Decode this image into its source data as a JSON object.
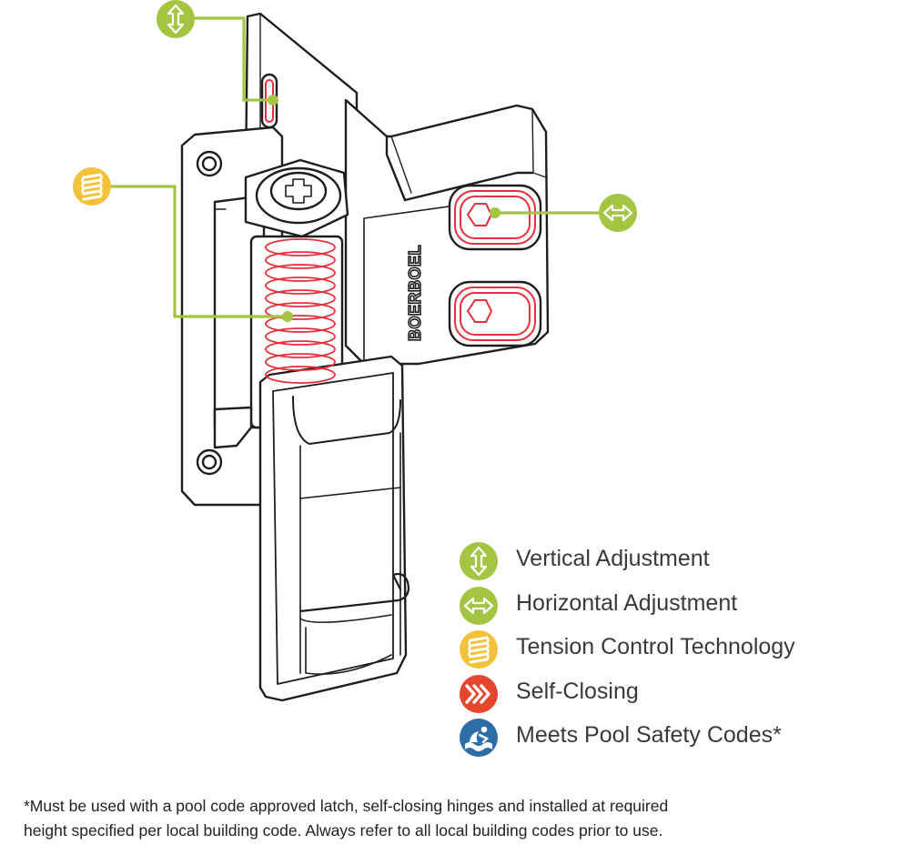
{
  "brand_text": "BOERBOEL",
  "colors": {
    "green": "#a3c541",
    "yellow": "#f2c33a",
    "red": "#e5472d",
    "blue": "#2e6da8",
    "outline": "#1e1e1e",
    "spring": "#e8303c"
  },
  "icons": {
    "vertical": "vertical-adjustment-icon",
    "horizontal": "horizontal-adjustment-icon",
    "tension": "tension-spring-icon",
    "self_closing": "self-closing-chevrons-icon",
    "pool": "pool-safety-icon"
  },
  "legend": [
    {
      "label": "Vertical Adjustment"
    },
    {
      "label": "Horizontal Adjustment"
    },
    {
      "label": "Tension Control Technology"
    },
    {
      "label": "Self-Closing"
    },
    {
      "label": "Meets Pool Safety Codes*"
    }
  ],
  "footnote": {
    "line1": "*Must be used with a pool code approved latch, self-closing hinges and installed at required",
    "line2": "height specified per local building code. Always refer to all local building codes prior to use."
  }
}
